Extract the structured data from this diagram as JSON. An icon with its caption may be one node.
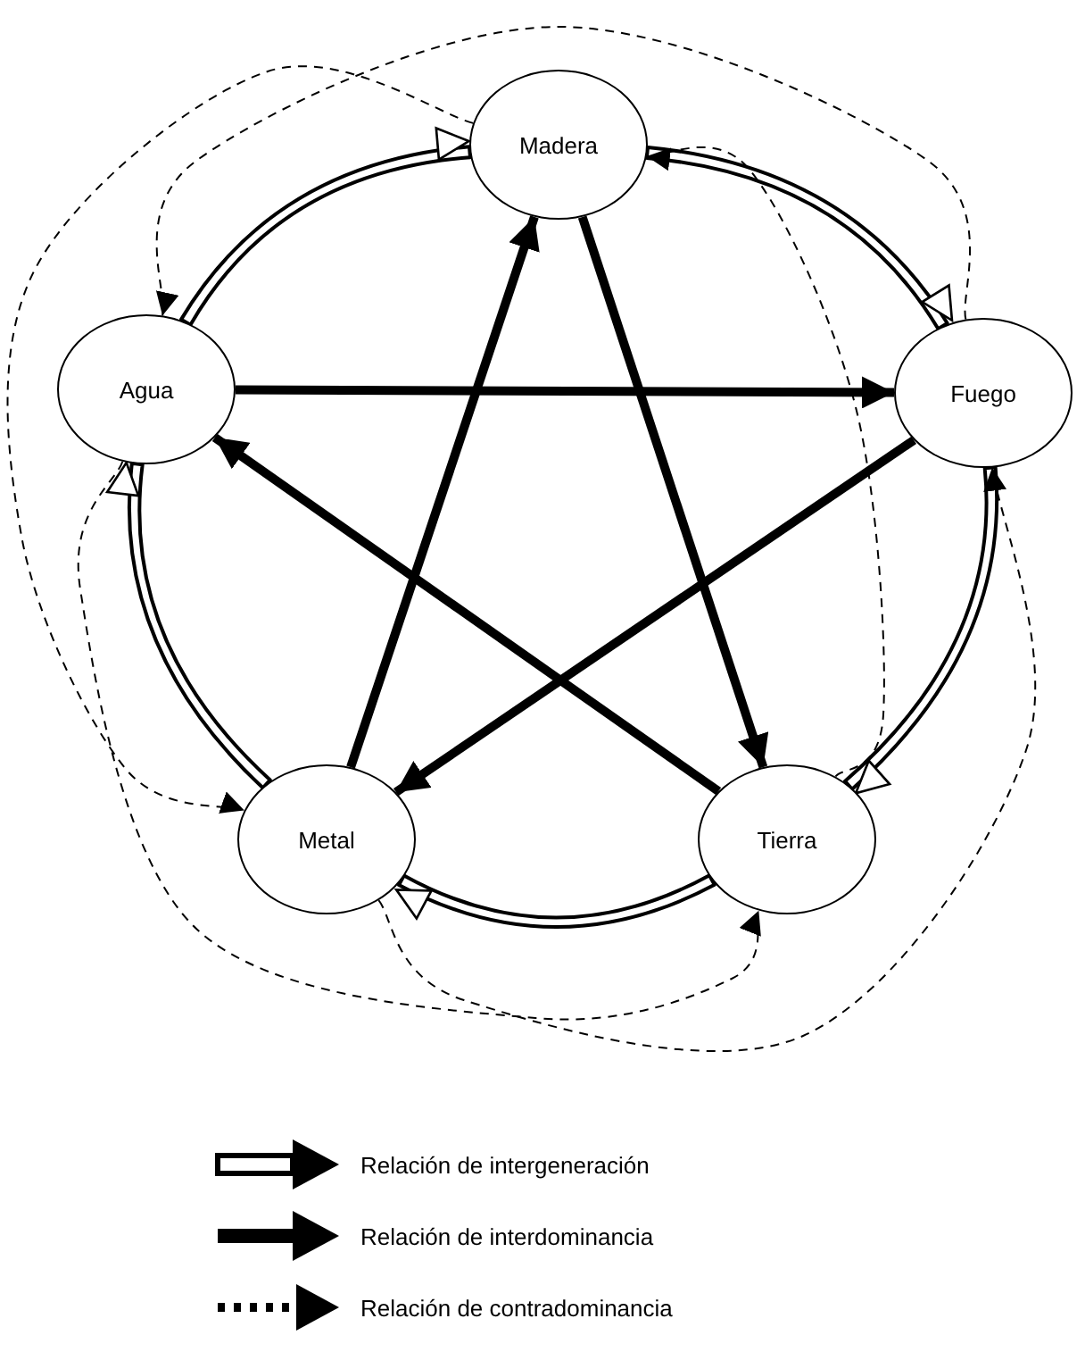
{
  "diagram": {
    "nodes": [
      {
        "text": [
          "Madera"
        ]
      },
      {
        "text": [
          "Fuego"
        ]
      },
      {
        "text": [
          "Tierra"
        ]
      },
      {
        "text": [
          "Metal"
        ]
      },
      {
        "text": [
          "Agua"
        ]
      }
    ],
    "edges": [
      {
        "from": 0,
        "to": 1,
        "arrow": "to"
      },
      {
        "from": 1,
        "to": 2,
        "arrow": "to"
      },
      {
        "from": 2,
        "to": 3,
        "arrow": "to"
      },
      {
        "from": 3,
        "to": 4,
        "arrow": "to"
      },
      {
        "from": 4,
        "to": 0,
        "arrow": "to"
      },
      {
        "from": 0,
        "to": 2,
        "arrow": "to",
        "style": "thick"
      },
      {
        "from": 2,
        "to": 4,
        "arrow": "to",
        "style": "thick"
      },
      {
        "from": 4,
        "to": 1,
        "arrow": "to",
        "style": "thick"
      },
      {
        "from": 1,
        "to": 3,
        "arrow": "to",
        "style": "thick"
      },
      {
        "from": 3,
        "to": 0,
        "arrow": "to",
        "style": "thick"
      },
      {
        "from": 2,
        "to": 0,
        "arrow": "to",
        "style": "dashed"
      },
      {
        "from": 1,
        "to": 4,
        "arrow": "to",
        "style": "dashed"
      },
      {
        "from": 3,
        "to": 1,
        "arrow": "to",
        "style": "dashed"
      },
      {
        "from": 0,
        "to": 3,
        "arrow": "to",
        "style": "dashed"
      },
      {
        "from": 4,
        "to": 2,
        "arrow": "to",
        "style": "dashed"
      }
    ],
    "legend": [
      {
        "text": "Relación de intergeneración"
      },
      {
        "text": "Relación de interdominancia"
      },
      {
        "text": "Relación de contradominancia"
      }
    ]
  }
}
